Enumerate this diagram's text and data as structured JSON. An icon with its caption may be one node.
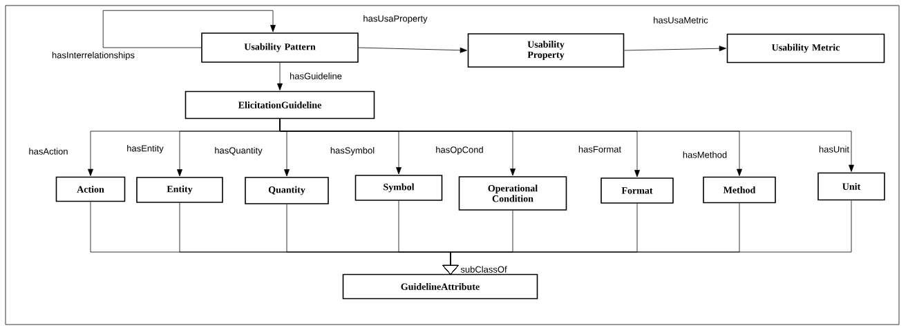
{
  "diagram": {
    "nodes": [
      {
        "text": [
          "Usability Pattern"
        ]
      },
      {
        "text": [
          "Usability Property"
        ]
      },
      {
        "text": [
          "Usability Metric"
        ]
      },
      {
        "text": [
          "ElicitationGuideline"
        ]
      },
      {
        "text": [
          "Action"
        ]
      },
      {
        "text": [
          "Entity"
        ]
      },
      {
        "text": [
          "Quantity"
        ]
      },
      {
        "text": [
          "Symbol"
        ]
      },
      {
        "text": [
          "Operational Condition"
        ]
      },
      {
        "text": [
          "Format"
        ]
      },
      {
        "text": [
          "Method"
        ]
      },
      {
        "text": [
          "Unit"
        ]
      },
      {
        "text": [
          "GuidelineAttribute"
        ]
      }
    ],
    "edges": [
      {
        "from": 0,
        "to": 0,
        "arrow": "to",
        "label": "hasInterrelationships"
      },
      {
        "from": 0,
        "to": 1,
        "arrow": "to",
        "label": "hasUsaProperty"
      },
      {
        "from": 1,
        "to": 2,
        "arrow": "to",
        "label": "hasUsaMetric"
      },
      {
        "from": 0,
        "to": 3,
        "arrow": "to",
        "label": "hasGuideline"
      },
      {
        "from": 3,
        "to": 4,
        "arrow": "to",
        "label": "hasAction"
      },
      {
        "from": 3,
        "to": 5,
        "arrow": "to",
        "label": "hasEntity"
      },
      {
        "from": 3,
        "to": 6,
        "arrow": "to",
        "label": "hasQuantity"
      },
      {
        "from": 3,
        "to": 7,
        "arrow": "to",
        "label": "hasSymbol"
      },
      {
        "from": 3,
        "to": 8,
        "arrow": "to",
        "label": "hasOpCond"
      },
      {
        "from": 3,
        "to": 9,
        "arrow": "to",
        "label": "hasFormat"
      },
      {
        "from": 3,
        "to": 10,
        "arrow": "to",
        "label": "hasMethod"
      },
      {
        "from": 3,
        "to": 11,
        "arrow": "to",
        "label": "hasUnit"
      },
      {
        "from": 4,
        "to": 12,
        "arrow": "to",
        "label": "subClassOf"
      },
      {
        "from": 5,
        "to": 12,
        "arrow": "to"
      },
      {
        "from": 6,
        "to": 12,
        "arrow": "to"
      },
      {
        "from": 7,
        "to": 12,
        "arrow": "to"
      },
      {
        "from": 8,
        "to": 12,
        "arrow": "to"
      },
      {
        "from": 9,
        "to": 12,
        "arrow": "to"
      },
      {
        "from": 10,
        "to": 12,
        "arrow": "to"
      },
      {
        "from": 11,
        "to": 12,
        "arrow": "to"
      }
    ]
  }
}
